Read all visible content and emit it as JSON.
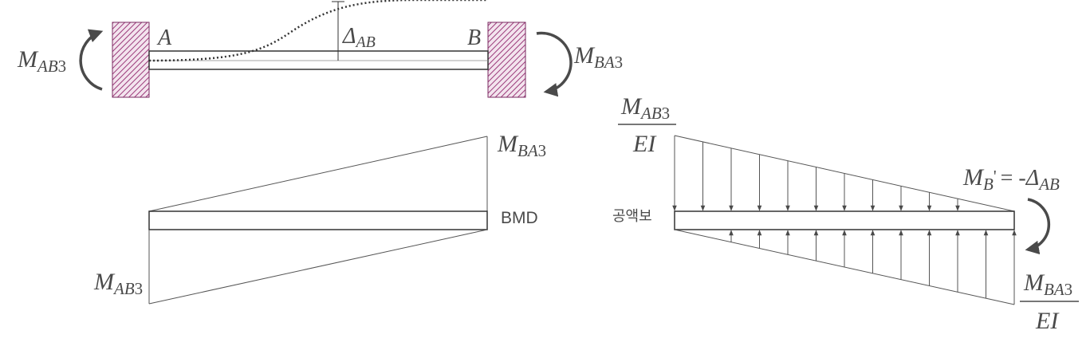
{
  "colors": {
    "ink": "#4a4a4a",
    "wall_hatch": "#9b3a7a",
    "wall_fill": "#f3e4ee"
  },
  "beam": {
    "left_end": "A",
    "right_end": "B",
    "deflection_symbol": "Δ",
    "deflection_subscript": "AB",
    "moment_left": {
      "symbol": "M",
      "subscript": "AB",
      "suffix": "3"
    },
    "moment_right": {
      "symbol": "M",
      "subscript": "BA",
      "suffix": "3"
    }
  },
  "bmd": {
    "label": "BMD",
    "top_right": {
      "symbol": "M",
      "subscript": "BA",
      "suffix": "3"
    },
    "bottom_left": {
      "symbol": "M",
      "subscript": "AB",
      "suffix": "3"
    }
  },
  "conjugate": {
    "label": "공액보",
    "left_load": {
      "numerator_symbol": "M",
      "numerator_subscript": "AB",
      "numerator_suffix": "3",
      "denominator": "EI"
    },
    "right_load": {
      "numerator_symbol": "M",
      "numerator_subscript": "BA",
      "numerator_suffix": "3",
      "denominator": "EI"
    },
    "end_moment": {
      "symbol": "M",
      "subscript": "B",
      "prime": "'",
      "equals": "= -",
      "delta": "Δ",
      "delta_subscript": "AB"
    }
  }
}
